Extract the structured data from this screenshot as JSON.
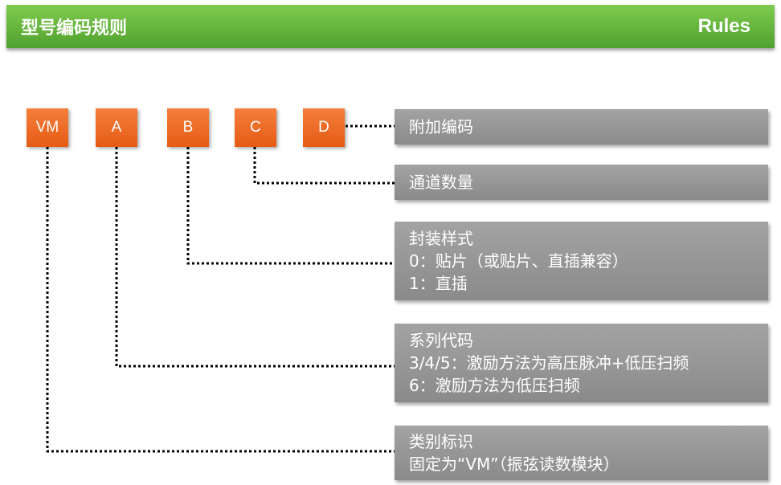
{
  "header": {
    "title": "型号编码规则",
    "subtitle": "Rules"
  },
  "codes": [
    "VM",
    "A",
    "B",
    "C",
    "D"
  ],
  "boxes": [
    {
      "lines": [
        "附加编码"
      ]
    },
    {
      "lines": [
        "通道数量"
      ]
    },
    {
      "lines": [
        "封装样式",
        "0：贴片（或贴片、直插兼容）",
        "1：直插"
      ]
    },
    {
      "lines": [
        "系列代码",
        "3/4/5：激励方法为高压脉冲+低压扫频",
        "6：激励方法为低压扫频"
      ]
    },
    {
      "lines": [
        "类别标识",
        "固定为“VM”（振弦读数模块）"
      ]
    }
  ],
  "colors": {
    "header": "#5cb238",
    "code": "#ec6a23",
    "box": "#969696",
    "line": "#000000"
  }
}
